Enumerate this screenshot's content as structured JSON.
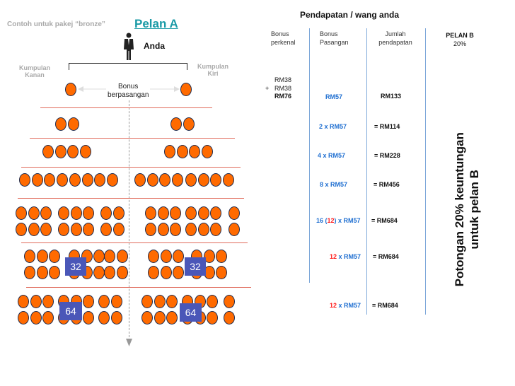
{
  "header": {
    "subtitle": "Contoh untuk pakej “bronze”",
    "plan": "Pelan A",
    "top_title": "Pendapatan / wang anda"
  },
  "tree": {
    "you": "Anda",
    "left_group": [
      "Kumpulan",
      "Kanan"
    ],
    "right_group": [
      "Kumpulan",
      "Kiri"
    ],
    "pair_bonus": [
      "Bonus",
      "berpasangan"
    ],
    "badges": [
      "32",
      "32",
      "64",
      "64"
    ]
  },
  "columns": {
    "personal": [
      "Bonus",
      "perkenal"
    ],
    "pairing": [
      "Bonus",
      "Pasangan"
    ],
    "total": [
      "Jumlah",
      "pendapatan"
    ],
    "plan_b": [
      "PELAN B",
      "20%"
    ]
  },
  "personal_bonus": {
    "line1": "RM38",
    "plus": "+",
    "line2": "RM38",
    "total": "RM76"
  },
  "rows": [
    {
      "pair_pre": "",
      "pair_red": "",
      "pair_post": "RM57",
      "total": "RM133"
    },
    {
      "pair_pre": "2 x RM57",
      "pair_red": "",
      "pair_post": "",
      "total": "= RM114"
    },
    {
      "pair_pre": "4 x RM57",
      "pair_red": "",
      "pair_post": "",
      "total": "= RM228"
    },
    {
      "pair_pre": "8 x RM57",
      "pair_red": "",
      "pair_post": "",
      "total": "= RM456"
    },
    {
      "pair_pre": "16 (",
      "pair_red": "12",
      "pair_post": ") x RM57",
      "total": "= RM684"
    },
    {
      "pair_pre": "",
      "pair_red": "12",
      "pair_post": " x RM57",
      "total": "= RM684"
    },
    {
      "pair_pre": "",
      "pair_red": "12",
      "pair_post": " x RM57",
      "total": "= RM684"
    }
  ],
  "side_note": [
    "Potongan 20% keuntungan",
    "untuk pelan B"
  ],
  "colors": {
    "circle": "#ff6a00",
    "badge": "#4a57b8",
    "plan_link": "#1a9aa6",
    "amount_blue": "#1f6fd1",
    "highlight_red": "#ff1a1a",
    "separator": "#e06a5a",
    "column_divider": "#7da7d9"
  },
  "icons": [
    "person-icon",
    "arrow-down-icon"
  ]
}
